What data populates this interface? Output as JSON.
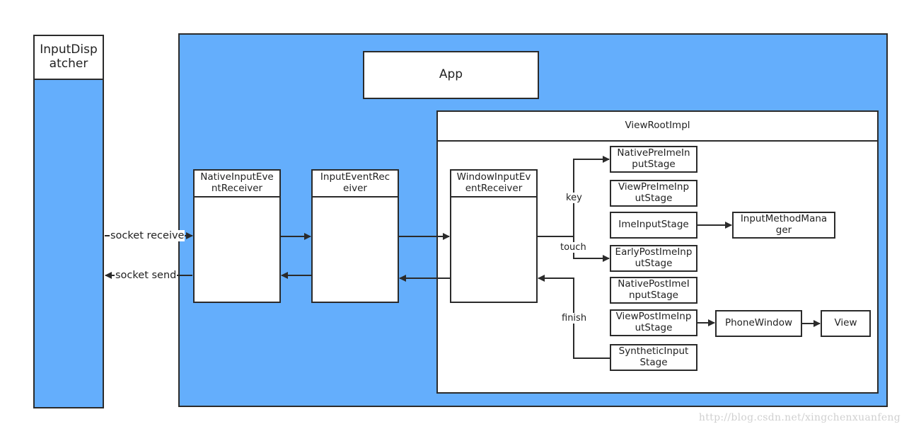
{
  "nodes": {
    "input_dispatcher": "InputDispatcher",
    "app": "App",
    "view_root_impl": "ViewRootImpl",
    "native_input_event_receiver": "NativeInputEventReceiver",
    "input_event_receiver": "InputEventReceiver",
    "window_input_event_receiver": "WindowInputEventReceiver",
    "native_pre_ime_input_stage": "NativePreImeInputStage",
    "view_pre_ime_input_stage": "ViewPreImeInputStage",
    "ime_input_stage": "ImeInputStage",
    "input_method_manager": "InputMethodManager",
    "early_post_ime_input_stage": "EarlyPostImeInputStage",
    "native_post_ime_input_stage": "NativePostImeInputStage",
    "view_post_ime_input_stage": "ViewPostImeInputStage",
    "phone_window": "PhoneWindow",
    "view": "View",
    "synthetic_input_stage": "SyntheticInputStage"
  },
  "edges": {
    "socket_receive": "socket receive",
    "socket_send": "socket send",
    "key": "key",
    "touch": "touch",
    "finish": "finish"
  },
  "watermark": "http://blog.csdn.net/xingchenxuanfeng",
  "colors": {
    "container_blue": "#64aefc",
    "border": "#2b2b2b",
    "watermark": "#d0d0d0"
  }
}
